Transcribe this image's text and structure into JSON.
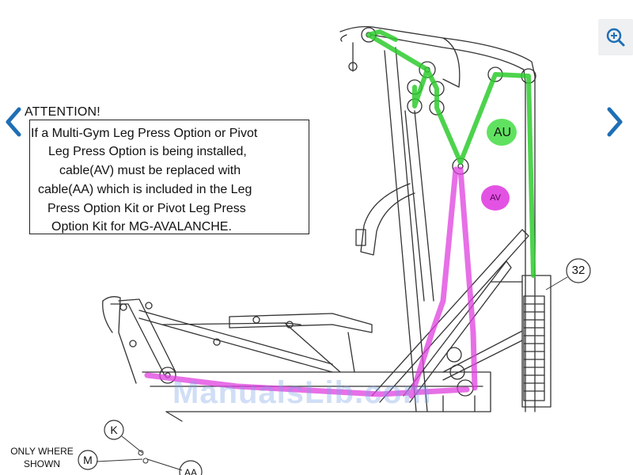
{
  "attention": {
    "title": "ATTENTION!",
    "lines": [
      "If a Multi-Gym Leg Press Option or Pivot",
      "Leg Press Option is being installed,",
      "cable(AV) must be replaced with",
      "cable(AA) which is included in the Leg",
      "Press Option Kit or Pivot Leg Press",
      "Option Kit for MG-AVALANCHE."
    ]
  },
  "callouts": {
    "au": "AU",
    "av": "AV",
    "part_32": "32",
    "k": "K",
    "m": "M",
    "aa": "AA"
  },
  "note": {
    "line1": "ONLY WHERE",
    "line2": "SHOWN"
  },
  "watermark": "ManualsLib.com",
  "colors": {
    "highlight_green": "#2ecc2e",
    "highlight_magenta": "#e040e0",
    "nav_arrow": "#1f6fb5",
    "zoom_bg": "#eef0f2"
  },
  "icons": {
    "prev": "chevron-left-icon",
    "next": "chevron-right-icon",
    "zoom": "zoom-in-icon"
  }
}
